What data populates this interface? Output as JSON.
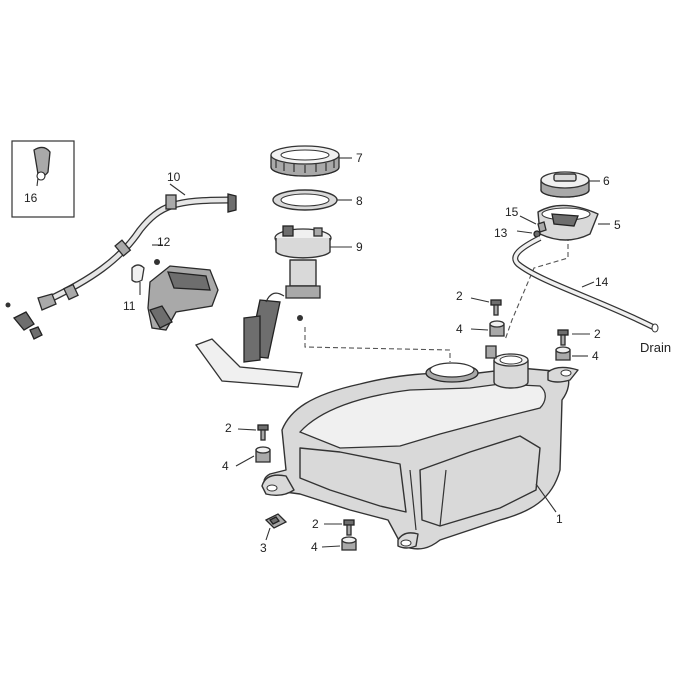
{
  "callouts": {
    "c1": "1",
    "c2a": "2",
    "c2b": "2",
    "c2c": "2",
    "c2d": "2",
    "c3": "3",
    "c4a": "4",
    "c4b": "4",
    "c4c": "4",
    "c4d": "4",
    "c5": "5",
    "c6": "6",
    "c7": "7",
    "c8": "8",
    "c9": "9",
    "c10": "10",
    "c11": "11",
    "c12": "12",
    "c13": "13",
    "c14": "14",
    "c15": "15",
    "c16": "16"
  },
  "drain_label": "Drain"
}
